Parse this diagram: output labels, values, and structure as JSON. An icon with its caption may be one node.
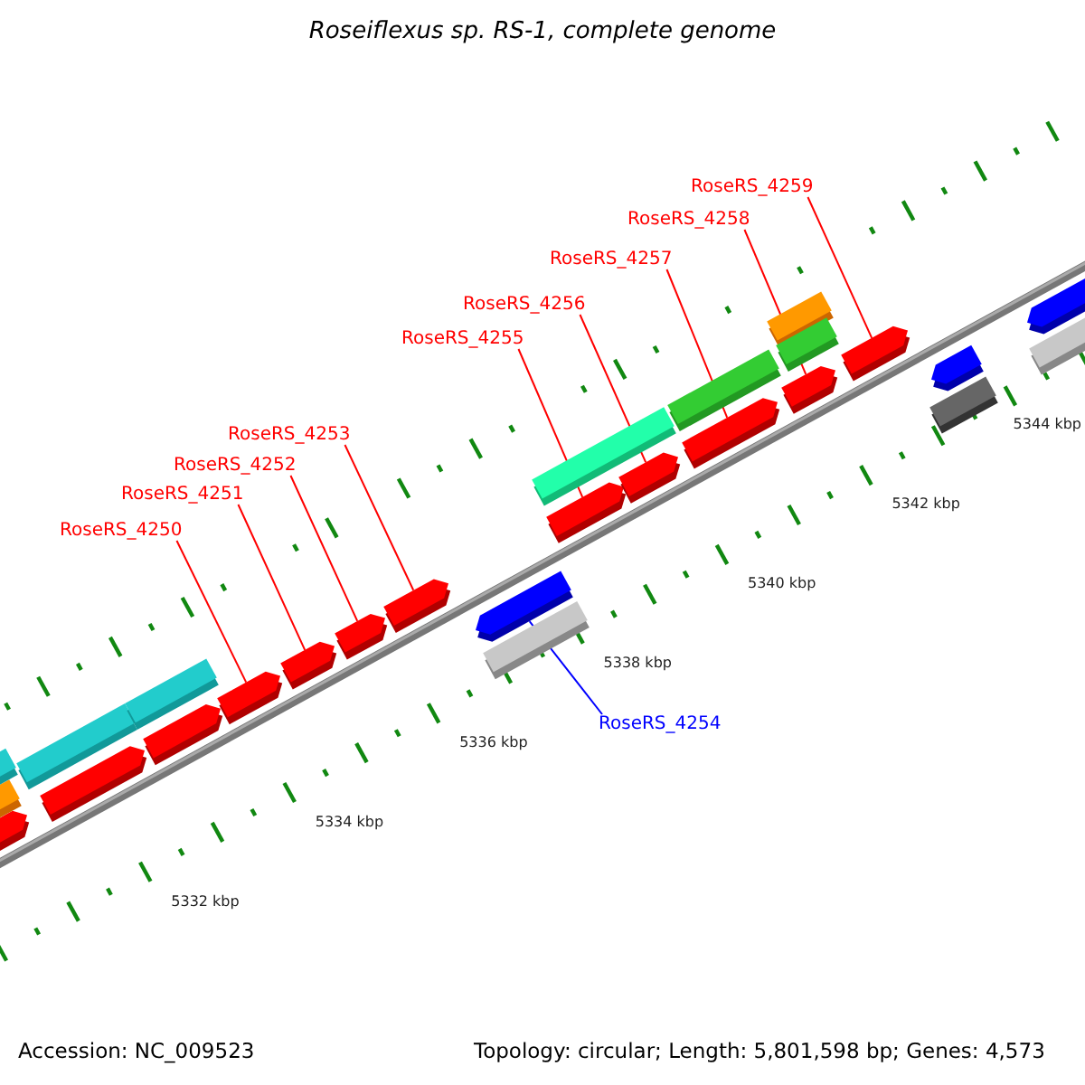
{
  "diagram": {
    "title": "Roseiflexus sp. RS-1, complete genome",
    "nodes": [
      {
        "text": [
          "RoseRS_4250"
        ]
      },
      {
        "text": [
          "RoseRS_4251"
        ]
      },
      {
        "text": [
          "RoseRS_4252"
        ]
      },
      {
        "text": [
          "RoseRS_4253"
        ]
      },
      {
        "text": [
          "RoseRS_4254"
        ]
      },
      {
        "text": [
          "RoseRS_4255"
        ]
      },
      {
        "text": [
          "RoseRS_4256"
        ]
      },
      {
        "text": [
          "RoseRS_4257"
        ]
      },
      {
        "text": [
          "RoseRS_4258"
        ]
      },
      {
        "text": [
          "RoseRS_4259"
        ]
      },
      {
        "text": [],
        "shape": "bar"
      },
      {
        "text": [],
        "shape": "box"
      },
      {
        "text": [],
        "shape": "box"
      },
      {
        "text": [],
        "shape": "box"
      },
      {
        "text": [],
        "shape": "bar"
      },
      {
        "text": [],
        "shape": "box"
      },
      {
        "text": [],
        "shape": "bar"
      },
      {
        "text": [],
        "shape": "bar"
      },
      {
        "text": [],
        "shape": "bar"
      },
      {
        "text": [],
        "shape": "bar"
      },
      {
        "text": [],
        "shape": "bar"
      },
      {
        "text": [],
        "shape": "bar"
      },
      {
        "text": [],
        "shape": "box"
      },
      {
        "text": [],
        "shape": "box"
      },
      {
        "text": [],
        "shape": "bar"
      },
      {
        "text": [],
        "shape": "bar"
      },
      {
        "text": [],
        "shape": "box"
      },
      {
        "text": [],
        "shape": "bar"
      },
      {
        "text": [],
        "shape": "box"
      },
      {
        "text": [],
        "shape": "box"
      },
      {
        "text": [],
        "shape": "bar"
      },
      {
        "text": [],
        "shape": "bar"
      },
      {
        "text": [],
        "shape": "bar"
      },
      {
        "text": [],
        "shape": "box"
      },
      {
        "text": [],
        "shape": "bar"
      },
      {
        "text": [],
        "shape": "box"
      }
    ],
    "edges": [
      {
        "from": 0,
        "to": 17,
        "arrow": "none"
      },
      {
        "from": 1,
        "to": 18,
        "arrow": "none"
      },
      {
        "from": 2,
        "to": 19,
        "arrow": "none"
      },
      {
        "from": 3,
        "to": 20,
        "arrow": "none"
      },
      {
        "from": 4,
        "to": 21,
        "arrow": "none",
        "color": "#0000ff"
      },
      {
        "from": 5,
        "to": 24,
        "arrow": "none"
      },
      {
        "from": 6,
        "to": 25,
        "arrow": "none"
      },
      {
        "from": 7,
        "to": 27,
        "arrow": "none"
      },
      {
        "from": 8,
        "to": 30,
        "arrow": "none"
      },
      {
        "from": 9,
        "to": 31,
        "arrow": "none"
      }
    ],
    "labels": [
      "5344 kbp",
      "5342 kbp",
      "5340 kbp",
      "5338 kbp",
      "5336 kbp",
      "5334 kbp",
      "5332 kbp",
      "Accession: NC_009523",
      "Topology: circular; Length: 5,801,598 bp; Genes: 4,573"
    ]
  }
}
